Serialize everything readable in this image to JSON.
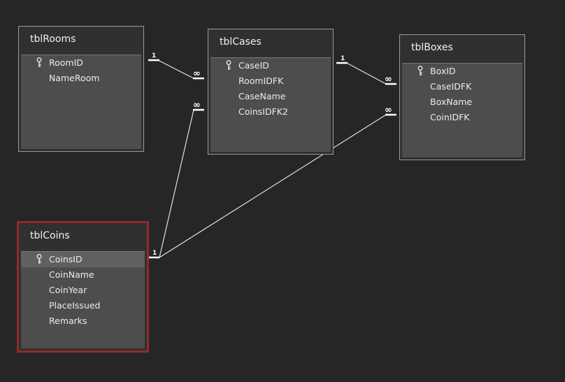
{
  "tables": {
    "rooms": {
      "title": "tblRooms",
      "fields": [
        {
          "name": "RoomID",
          "key": true
        },
        {
          "name": "NameRoom",
          "key": false
        }
      ]
    },
    "cases": {
      "title": "tblCases",
      "fields": [
        {
          "name": "CaseID",
          "key": true
        },
        {
          "name": "RoomIDFK",
          "key": false
        },
        {
          "name": "CaseName",
          "key": false
        },
        {
          "name": "CoinsIDFK2",
          "key": false
        }
      ]
    },
    "boxes": {
      "title": "tblBoxes",
      "fields": [
        {
          "name": "BoxID",
          "key": true
        },
        {
          "name": "CaseIDFK",
          "key": false
        },
        {
          "name": "BoxName",
          "key": false
        },
        {
          "name": "CoinIDFK",
          "key": false
        }
      ]
    },
    "coins": {
      "title": "tblCoins",
      "selected": true,
      "fields": [
        {
          "name": "CoinsID",
          "key": true
        },
        {
          "name": "CoinName",
          "key": false
        },
        {
          "name": "CoinYear",
          "key": false
        },
        {
          "name": "PlaceIssued",
          "key": false
        },
        {
          "name": "Remarks",
          "key": false
        }
      ]
    }
  },
  "relationships": [
    {
      "from": "tblRooms.RoomID",
      "to": "tblCases.RoomIDFK",
      "one_label": "1",
      "many_label": "∞"
    },
    {
      "from": "tblCases.CaseID",
      "to": "tblBoxes.CaseIDFK",
      "one_label": "1",
      "many_label": "∞"
    },
    {
      "from": "tblCoins.CoinsID",
      "to": "tblCases.CoinsIDFK2",
      "one_label": "1",
      "many_label": "∞"
    },
    {
      "from": "tblCoins.CoinsID",
      "to": "tblBoxes.CoinIDFK",
      "one_label": "1",
      "many_label": "∞"
    }
  ],
  "colors": {
    "background": "#262626",
    "table_border": "#9a9a9a",
    "field_list": "#4d4d4d",
    "selected_border": "#8f2b2b",
    "line": "#e0e0e0"
  },
  "icons": {
    "primary_key": "key-icon"
  }
}
